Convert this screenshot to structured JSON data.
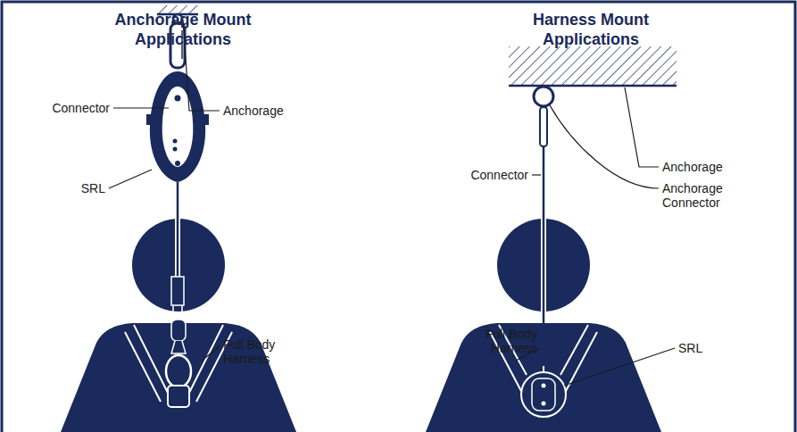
{
  "diagram": {
    "labels": [
      "Anchorage Mount Applications",
      "Connector",
      "Anchorage",
      "SRL",
      "Full Body Harness",
      "Harness Mount Applications",
      "Connector",
      "Anchorage",
      "Anchorage Connector",
      "Full Body Harness",
      "SRL"
    ]
  }
}
